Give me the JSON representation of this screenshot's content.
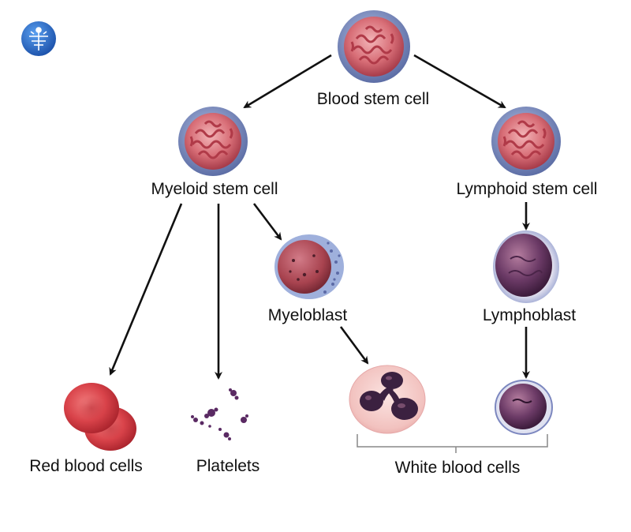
{
  "labels": {
    "blood_stem_cell": "Blood stem cell",
    "myeloid_stem_cell": "Myeloid stem cell",
    "lymphoid_stem_cell": "Lymphoid stem cell",
    "myeloblast": "Myeloblast",
    "lymphoblast": "Lymphoblast",
    "red_blood_cells": "Red blood cells",
    "platelets": "Platelets",
    "white_blood_cells": "White blood cells"
  },
  "icons": {
    "logo": "medical-logo-icon"
  },
  "colors": {
    "stem_cell_fill": "#c9555f",
    "stem_cell_rim": "#7f8fc0",
    "red_cell": "#d9434a",
    "blast_purple": "#5c2f5a",
    "neutrophil_bg": "#f4c9c6",
    "logo_blue": "#1e63c8"
  }
}
